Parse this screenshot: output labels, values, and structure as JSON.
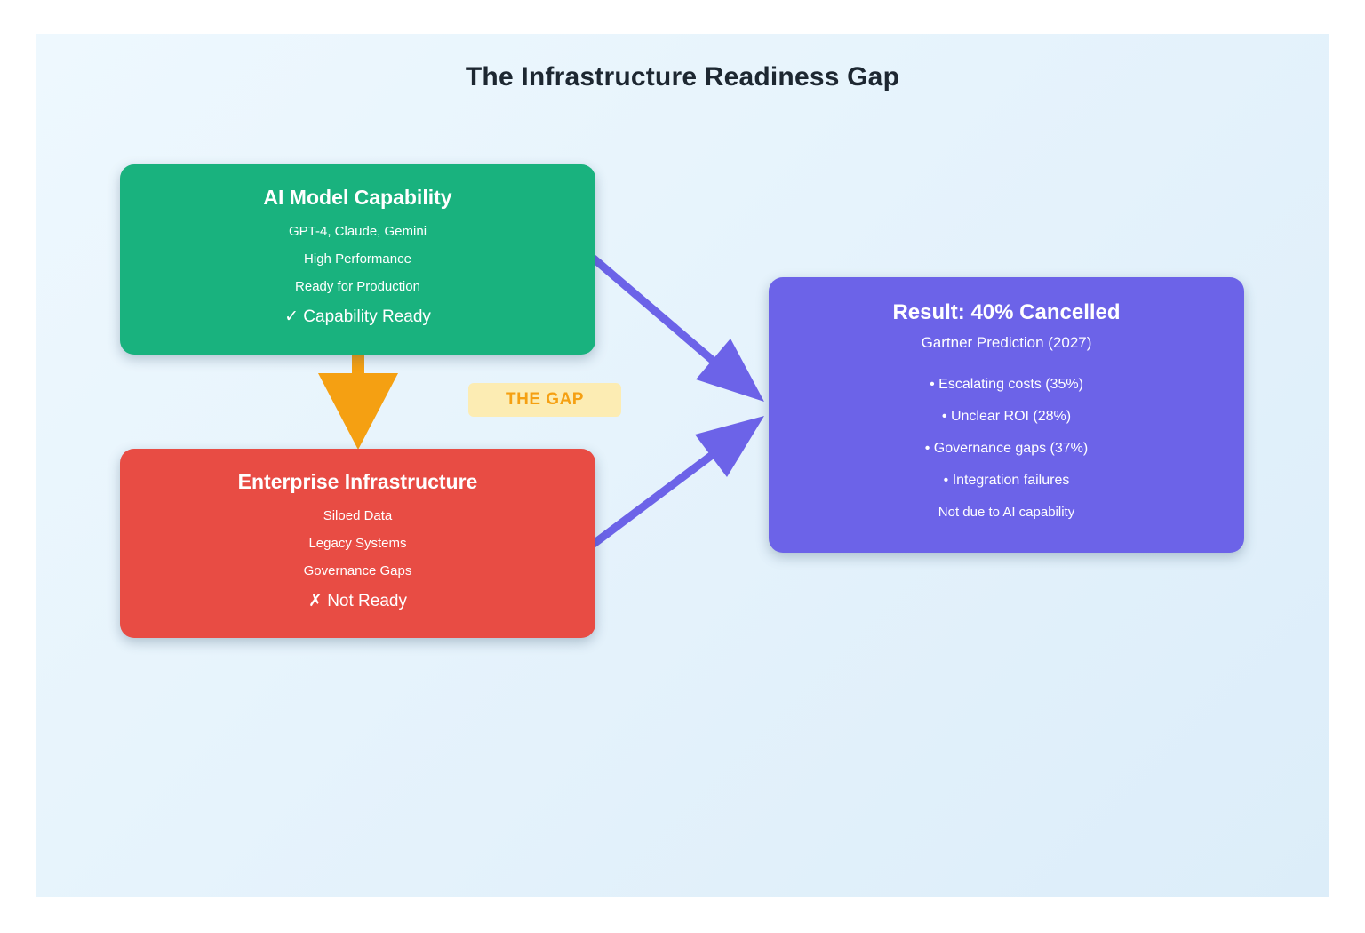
{
  "page": {
    "title": "The Infrastructure Readiness Gap"
  },
  "colors": {
    "green": "#19b27e",
    "red": "#e84c44",
    "purple": "#6c63e8",
    "orange": "#f5a012",
    "gap-bg": "#fcecb3"
  },
  "capability_box": {
    "title": "AI Model Capability",
    "items": [
      "GPT-4, Claude, Gemini",
      "High Performance",
      "Ready for Production"
    ],
    "status": "✓ Capability Ready"
  },
  "gap_label": {
    "text": "THE GAP"
  },
  "infrastructure_box": {
    "title": "Enterprise Infrastructure",
    "items": [
      "Siloed Data",
      "Legacy Systems",
      "Governance Gaps"
    ],
    "status": "✗ Not Ready"
  },
  "result_box": {
    "title": "Result: 40% Cancelled",
    "subtitle": "Gartner Prediction (2027)",
    "items": [
      "• Escalating costs (35%)",
      "• Unclear ROI (28%)",
      "• Governance gaps (37%)",
      "• Integration failures"
    ],
    "footer": "Not due to AI capability"
  }
}
